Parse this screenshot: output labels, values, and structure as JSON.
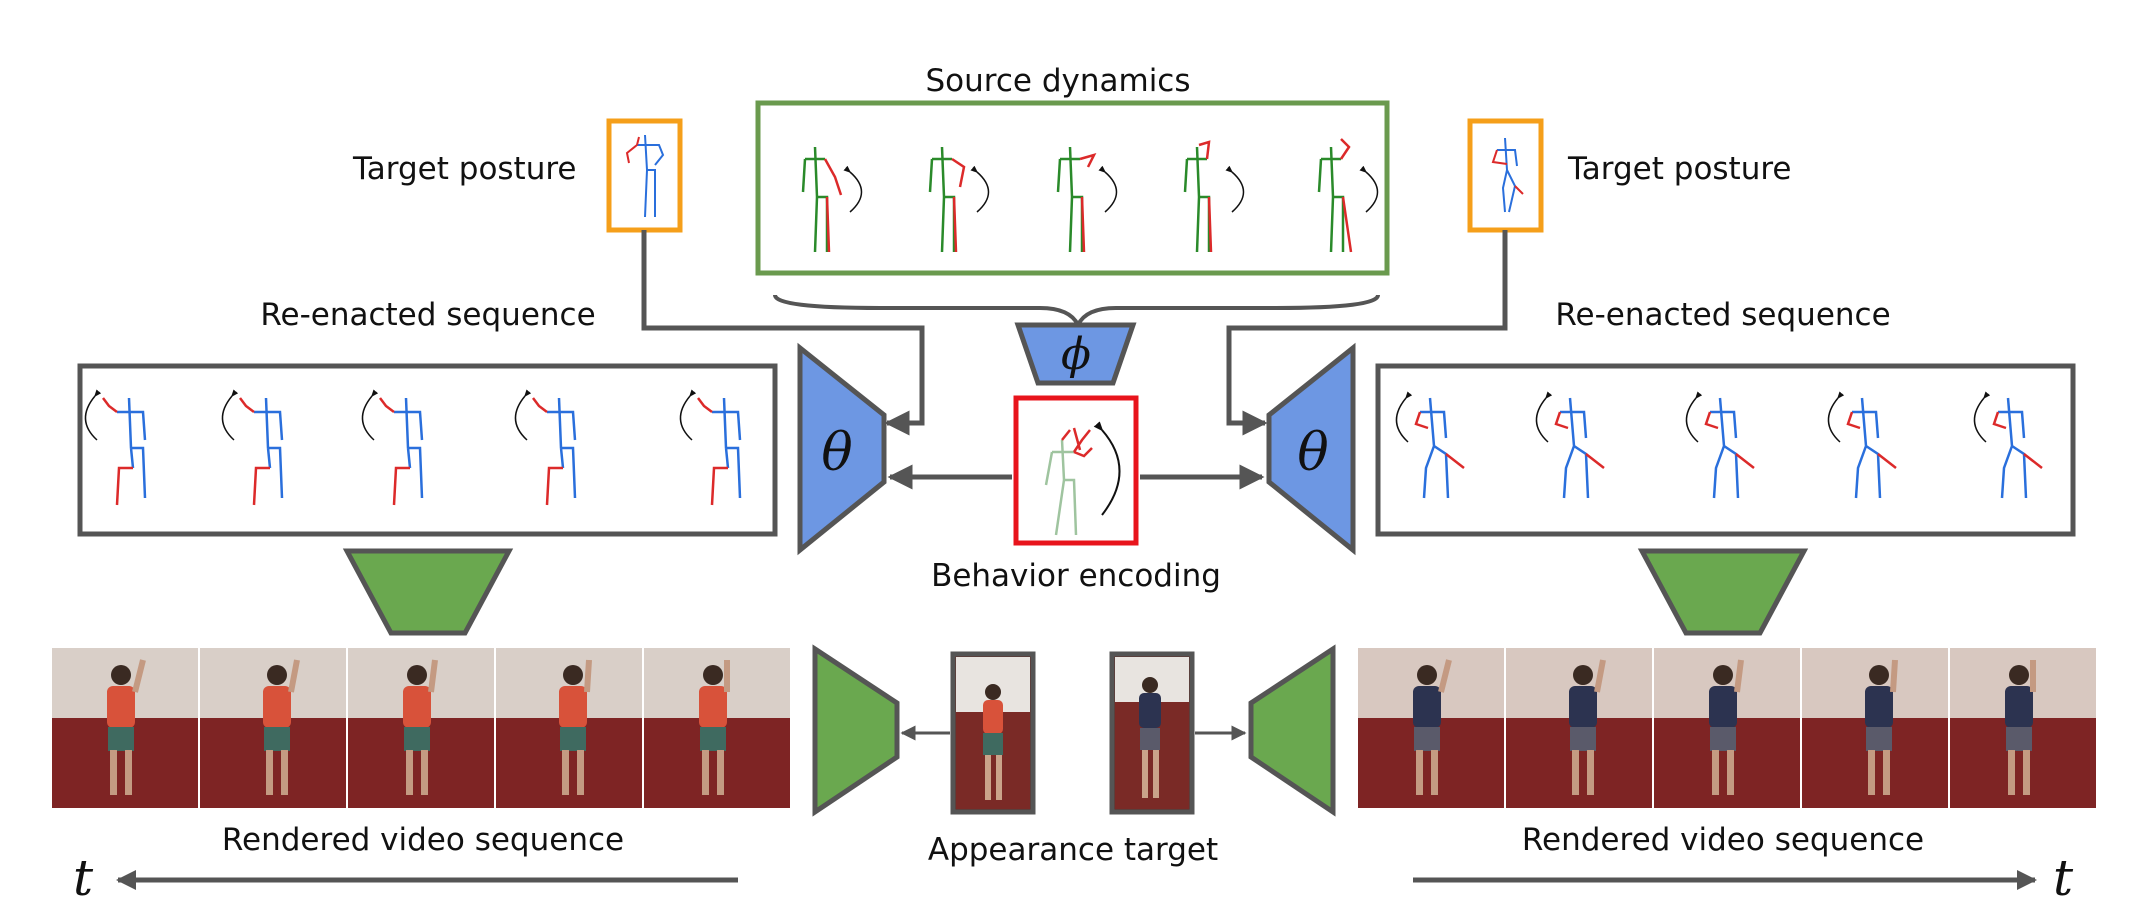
{
  "labels": {
    "source_dynamics": "Source dynamics",
    "target_posture_left": "Target posture",
    "target_posture_right": "Target posture",
    "reenacted_left": "Re-enacted sequence",
    "reenacted_right": "Re-enacted sequence",
    "behavior_encoding": "Behavior encoding",
    "rendered_left": "Rendered video sequence",
    "rendered_right": "Rendered video sequence",
    "appearance_target": "Appearance target"
  },
  "symbols": {
    "phi": "ϕ",
    "theta_left": "θ",
    "theta_right": "θ",
    "time_left": "t",
    "time_right": "t"
  },
  "colors": {
    "source_box": "#6a9a4e",
    "target_posture_box": "#f59f1a",
    "behavior_box": "#e8141c",
    "encoder_blue": "#6d97e3",
    "renderer_green": "#6aa84f",
    "frame_gray": "#555555",
    "skeleton_blue": "#2a6fdc",
    "skeleton_red": "#dc2a2a",
    "skeleton_green": "#2a8a2a"
  }
}
